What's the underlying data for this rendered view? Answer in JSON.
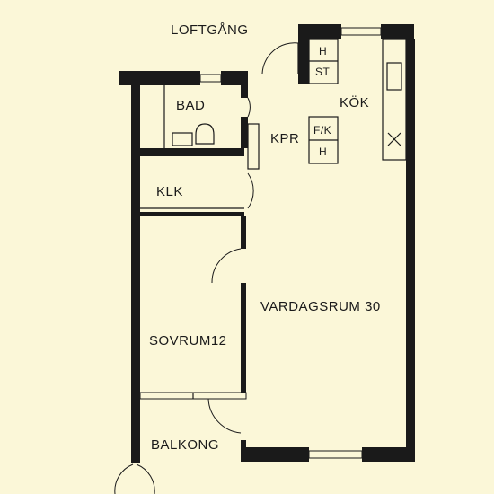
{
  "rooms": {
    "loftgang": "LOFTGÅNG",
    "bad": "BAD",
    "kok": "KÖK",
    "kpr": "KPR",
    "klk": "KLK",
    "vardagsrum": "VARDAGSRUM 30",
    "sovrum": "SOVRUM12",
    "balkong": "BALKONG"
  },
  "fixtures": {
    "stove_top": "H",
    "stove_bottom": "ST",
    "fridge_top": "F/K",
    "fridge_bottom": "H"
  },
  "colors": {
    "paper": "#fbf7d8",
    "ink": "#1a1a1a"
  }
}
